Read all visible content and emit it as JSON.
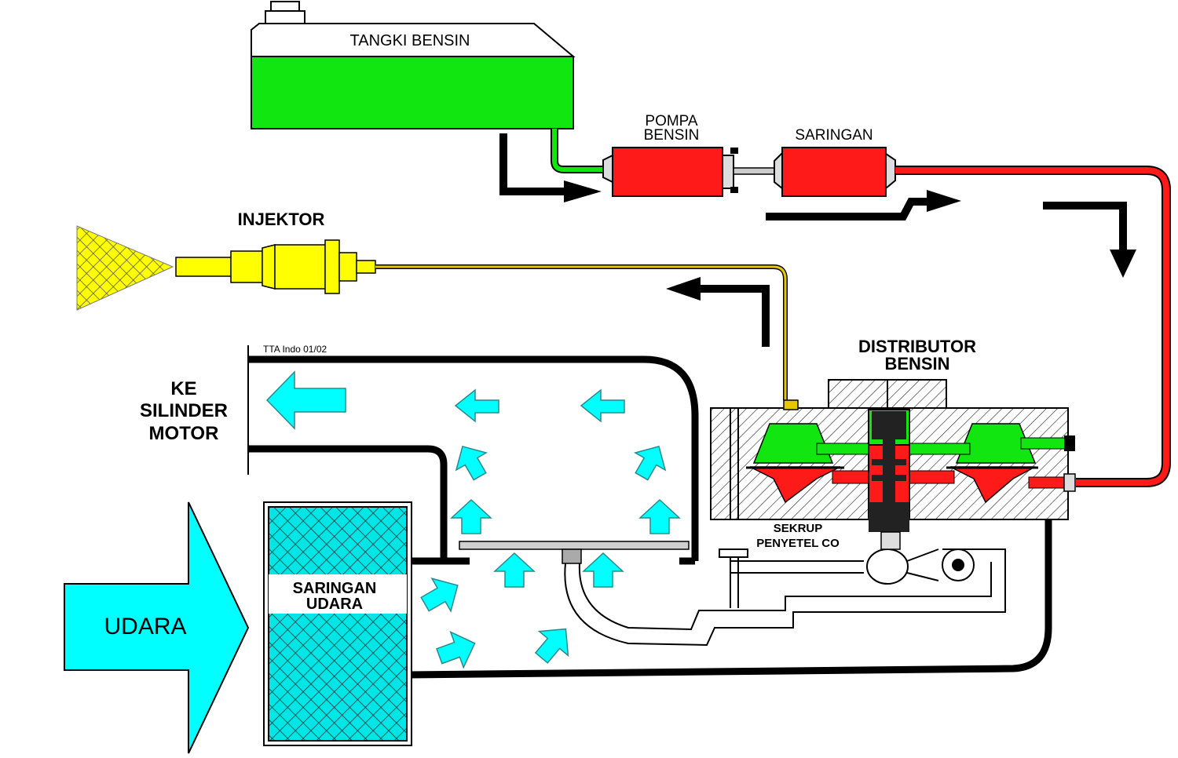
{
  "labels": {
    "fuel_tank": "TANGKI BENSIN",
    "fuel_pump_line1": "POMPA",
    "fuel_pump_line2": "BENSIN",
    "fuel_filter": "SARINGAN",
    "injector": "INJEKTOR",
    "distributor_line1": "DISTRIBUTOR",
    "distributor_line2": "BENSIN",
    "to_cylinder_line1": "KE",
    "to_cylinder_line2": "SILINDER",
    "to_cylinder_line3": "MOTOR",
    "air_filter_line1": "SARINGAN",
    "air_filter_line2": "UDARA",
    "air": "UDARA",
    "co_screw_line1": "SEKRUP",
    "co_screw_line2": "PENYETEL CO",
    "credit": "TTA Indo 01/02"
  },
  "colors": {
    "fuel_tank": "#11e611",
    "pump_filter": "#ff1a1a",
    "pressure_line": "#ff1a1a",
    "supply_line": "#11e611",
    "injector": "#ffff00",
    "injector_line": "#e6c800",
    "air_flow": "#00ffff",
    "air_arrow_stroke": "#2a8a8a",
    "flow_arrow": "#000000",
    "plunger": "#222222"
  }
}
